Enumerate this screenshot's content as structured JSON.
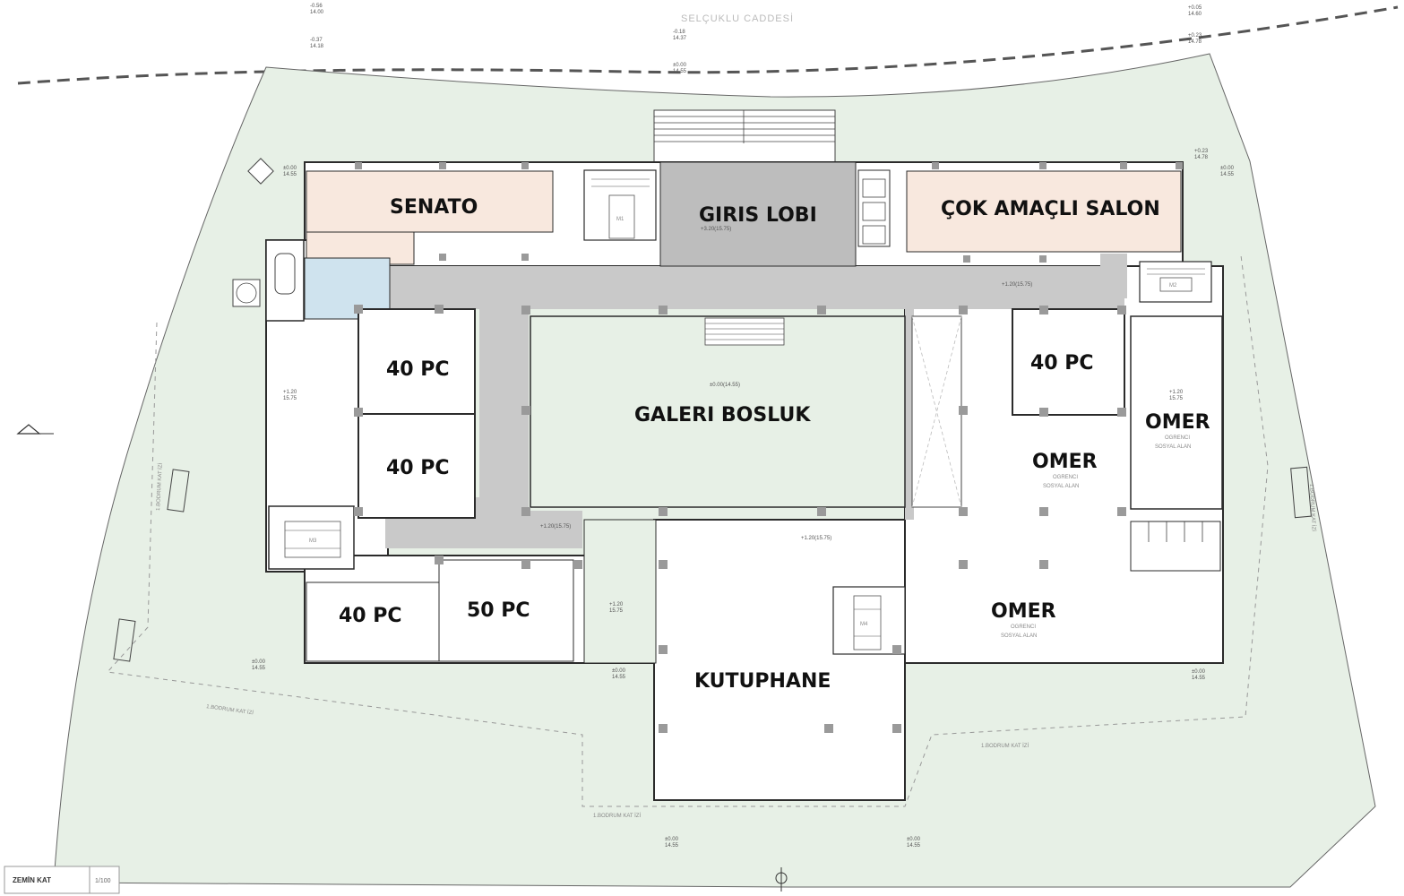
{
  "street_name": "SELÇUKLU CADDESİ",
  "rooms": {
    "senato": "SENATO",
    "giris_lobi": "GIRIS LOBI",
    "cok_amacli_salon": "ÇOK AMAÇLI SALON",
    "pc_lab_1": "40 PC",
    "pc_lab_2": "40 PC",
    "pc_lab_3": "40 PC",
    "pc_lab_4": "40 PC",
    "pc_lab_5": "50 PC",
    "galeri_bosluk": "GALERI BOSLUK",
    "kutuphane": "KUTUPHANE",
    "omer_1": "OMER",
    "omer_2": "OMER",
    "omer_3": "OMER"
  },
  "sublabels": {
    "omer_1_sub1": "OGRENCI",
    "omer_1_sub2": "SOSYAL ALAN",
    "omer_2_sub1": "OGRENCI",
    "omer_2_sub2": "SOSYAL ALAN",
    "omer_3_sub1": "OGRENCI",
    "omer_3_sub2": "SOSYAL ALAN"
  },
  "levels": {
    "lobby": "+3.20(15.75)",
    "corridor_east": "+1.20(15.75)",
    "gallery": "±0.00(14.55)",
    "corridor_south": "+1.20(15.75)",
    "library": "+1.20(15.75)",
    "west_wing_a": "+1.20",
    "west_wing_b": "15.75",
    "east_wing_a": "+1.20",
    "east_wing_b": "15.75",
    "mid_south_a": "+1.20",
    "mid_south_b": "15.75",
    "ground_nw_a": "±0.00",
    "ground_nw_b": "14.55",
    "ground_ne_a": "±0.00",
    "ground_ne_b": "14.55",
    "ground_sw_a": "±0.00",
    "ground_sw_b": "14.55",
    "ground_s_a": "±0.00",
    "ground_s_b": "14.55",
    "ground_se_a": "±0.00",
    "ground_se_b": "14.55",
    "ground_bottom1_a": "±0.00",
    "ground_bottom1_b": "14.55",
    "ground_bottom2_a": "±0.00",
    "ground_bottom2_b": "14.55",
    "street_1a": "-0.56",
    "street_1b": "14.00",
    "street_2a": "-0.37",
    "street_2b": "14.18",
    "street_3a": "-0.18",
    "street_3b": "14.37",
    "street_4a": "±0.00",
    "street_4b": "14.55",
    "street_5a": "+0.05",
    "street_5b": "14.60",
    "street_6a": "+0.23",
    "street_6b": "14.78",
    "top_right_a": "+0.23",
    "top_right_b": "14.78"
  },
  "basement_labels": {
    "west": "1.BODRUM KAT İZİ",
    "southwest": "1.BODRUM KAT İZİ",
    "south": "1.BODRUM KAT İZİ",
    "southeast": "1.BODRUM KAT İZİ",
    "east": "1.BODRUM KAT İZİ"
  },
  "stair_labels": {
    "s1": "M1",
    "s2": "M2",
    "s3": "M3",
    "s4": "M4"
  },
  "title_block": {
    "title": "ZEMİN KAT",
    "scale": "1/100"
  },
  "colors": {
    "site": "#e7f0e6",
    "corridor": "#c9c9c9",
    "lobby": "#bdbdbd",
    "peach": "#f8e8de",
    "wc": "#cfe3ee",
    "wall": "#2b2b2b",
    "column": "#9a9a9a"
  }
}
